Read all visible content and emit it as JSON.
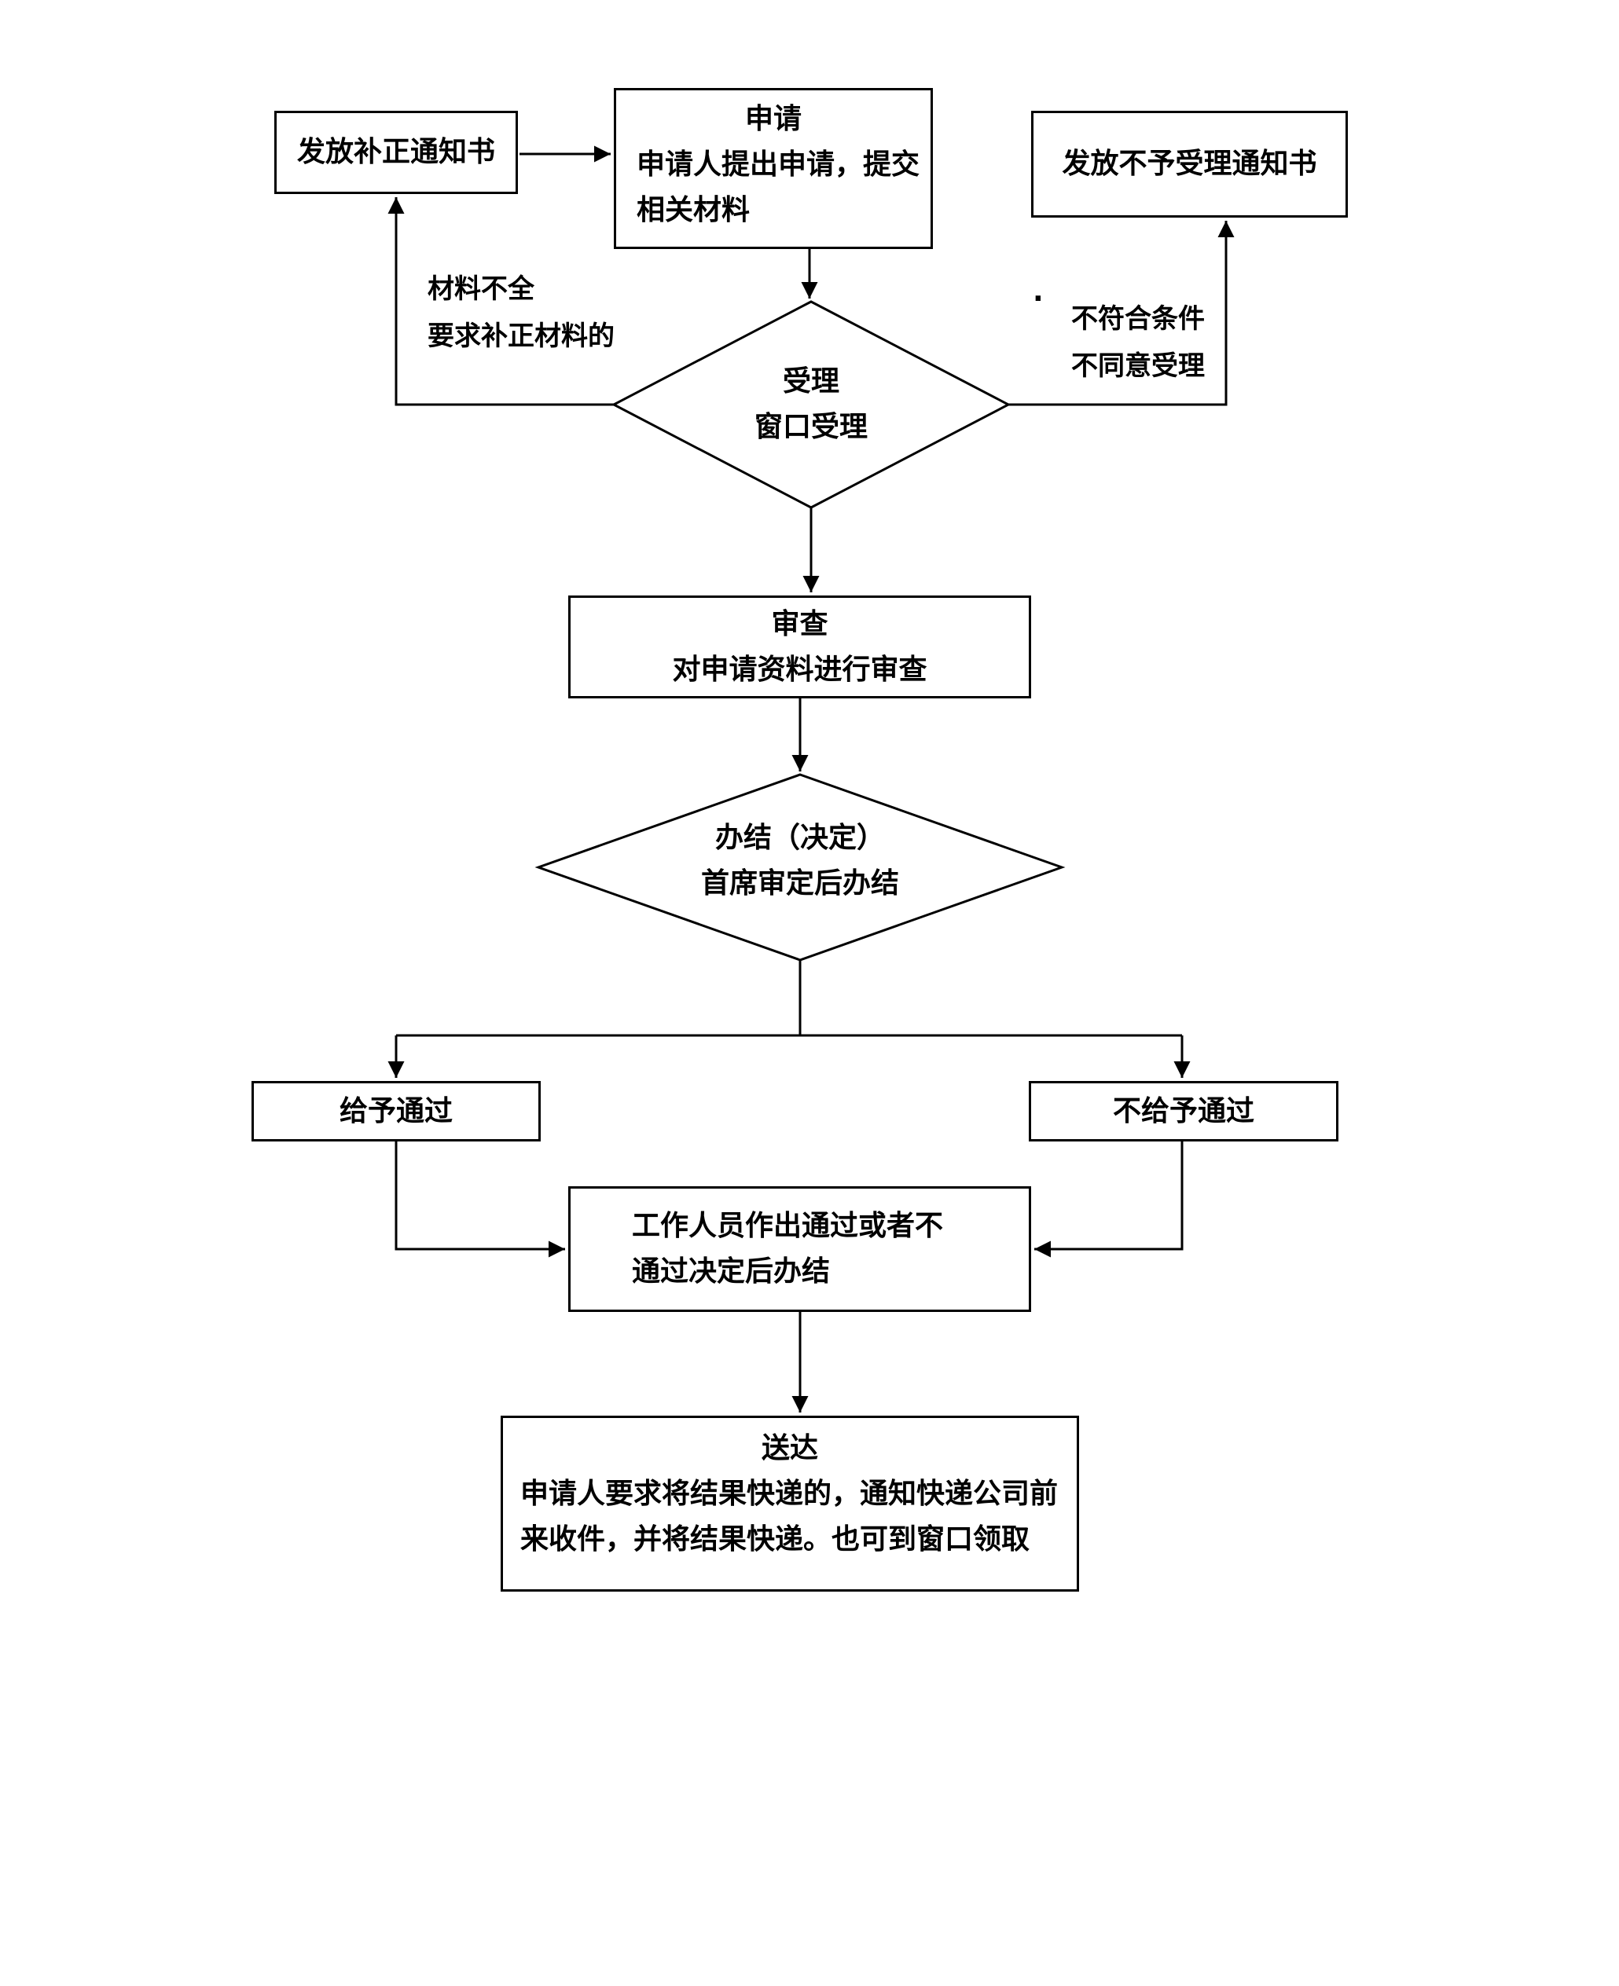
{
  "canvas": {
    "background": "#ffffff",
    "line_color": "#000000",
    "text_color": "#000000"
  },
  "nodes": {
    "correction_notice": {
      "label": "发放补正通知书"
    },
    "application": {
      "title": "申请",
      "body_line1": "申请人提出申请，提交",
      "body_line2": "相关材料"
    },
    "rejection_notice": {
      "label": "发放不予受理通知书"
    },
    "acceptance": {
      "title": "受理",
      "subtitle": "窗口受理"
    },
    "review": {
      "title": "审查",
      "subtitle": "对申请资料进行审查"
    },
    "completion": {
      "title": "办结（决定）",
      "subtitle": "首席审定后办结"
    },
    "approve": {
      "label": "给予通过"
    },
    "reject": {
      "label": "不给予通过"
    },
    "staff_decision": {
      "line1": "工作人员作出通过或者不",
      "line2": "通过决定后办结"
    },
    "delivery": {
      "title": "送达",
      "line1": "申请人要求将结果快递的，通知快递公司前",
      "line2": "来收件，并将结果快递。也可到窗口领取"
    }
  },
  "edge_labels": {
    "incomplete_materials": {
      "line1": "材料不全",
      "line2": "要求补正材料的"
    },
    "not_qualified": {
      "line1": "不符合条件",
      "line2": "不同意受理"
    }
  },
  "marks": {
    "stray_dot": "·"
  }
}
